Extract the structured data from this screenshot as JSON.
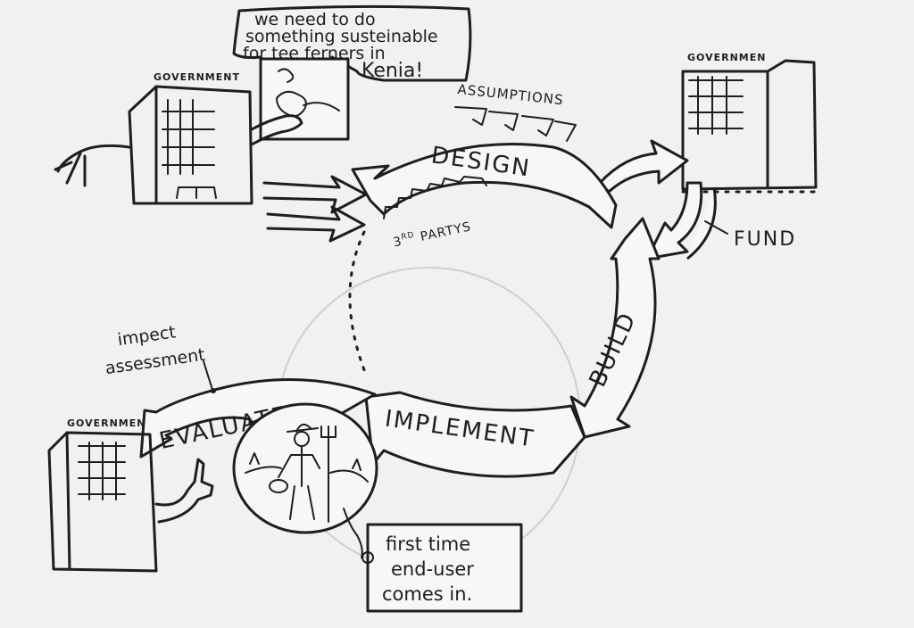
{
  "speech_bubble": {
    "lines": [
      "we need to do",
      "something susteinable",
      "for tee ferners in",
      "Kenia!"
    ]
  },
  "buildings": {
    "top_left_label": "GOVERNMENT",
    "top_right_label": "GOVERNMEN",
    "bottom_left_label": "GOVERNMEN"
  },
  "cycle": {
    "assumptions": "ASSUMPTIONS",
    "design": "DESIGN",
    "third_parties_prefix": "3",
    "third_parties_sup": "RD",
    "third_parties_rest": "PARTYS",
    "build": "BUILD",
    "implement": "IMPLEMENT",
    "evaluate": "EVALUATE"
  },
  "fund_label": "FUND",
  "impact": {
    "line1": "impect",
    "line2": "assessment"
  },
  "note": {
    "lines": [
      "first time",
      "end-user",
      "comes in."
    ]
  },
  "colors": {
    "ink": "#1e1e1e",
    "paper": "#f1f1f0"
  }
}
